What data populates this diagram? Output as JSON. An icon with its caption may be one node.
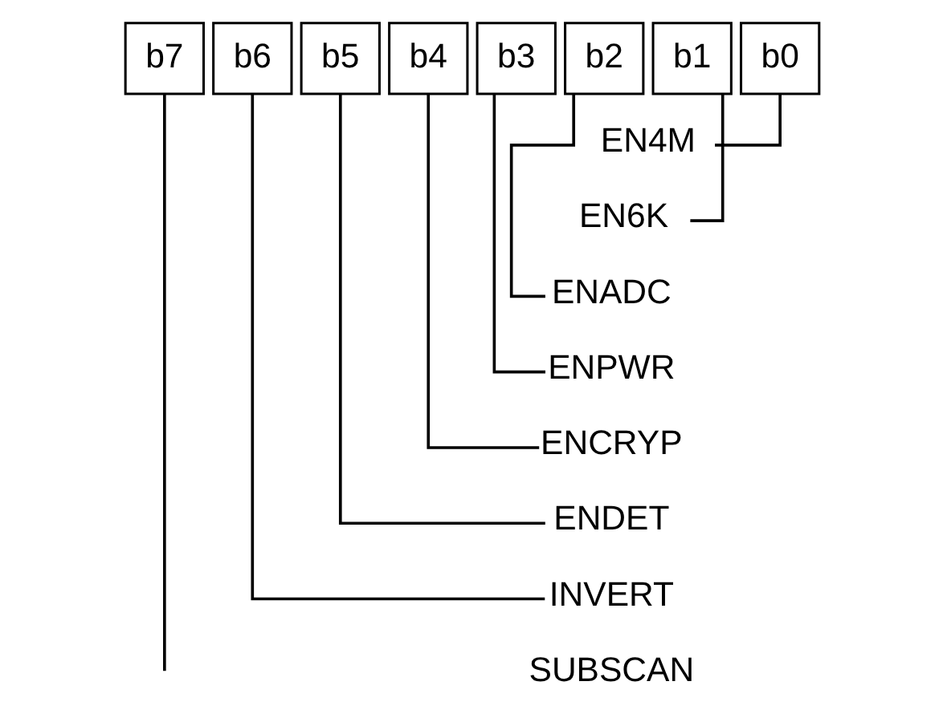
{
  "diagram": {
    "nodes": [
      {
        "text": [
          "b7"
        ]
      },
      {
        "text": [
          "b6"
        ]
      },
      {
        "text": [
          "b5"
        ]
      },
      {
        "text": [
          "b4"
        ]
      },
      {
        "text": [
          "b3"
        ]
      },
      {
        "text": [
          "b2"
        ]
      },
      {
        "text": [
          "b1"
        ]
      },
      {
        "text": [
          "b0"
        ]
      },
      {
        "text": [
          "EN4M"
        ]
      },
      {
        "text": [
          "EN6K"
        ]
      },
      {
        "text": [
          "ENADC"
        ]
      },
      {
        "text": [
          "ENPWR"
        ]
      },
      {
        "text": [
          "ENCRYP"
        ]
      },
      {
        "text": [
          "ENDET"
        ]
      },
      {
        "text": [
          "INVERT"
        ]
      },
      {
        "text": [
          "SUBSCAN"
        ]
      }
    ],
    "edges": [
      {
        "from": 7,
        "to": 8,
        "arrow": "none"
      },
      {
        "from": 6,
        "to": 9,
        "arrow": "none"
      },
      {
        "from": 5,
        "to": 10,
        "arrow": "none"
      },
      {
        "from": 4,
        "to": 11,
        "arrow": "none"
      },
      {
        "from": 3,
        "to": 12,
        "arrow": "none"
      },
      {
        "from": 2,
        "to": 13,
        "arrow": "none"
      },
      {
        "from": 1,
        "to": 14,
        "arrow": "none"
      },
      {
        "from": 0,
        "to": null,
        "arrow": "none"
      }
    ]
  }
}
